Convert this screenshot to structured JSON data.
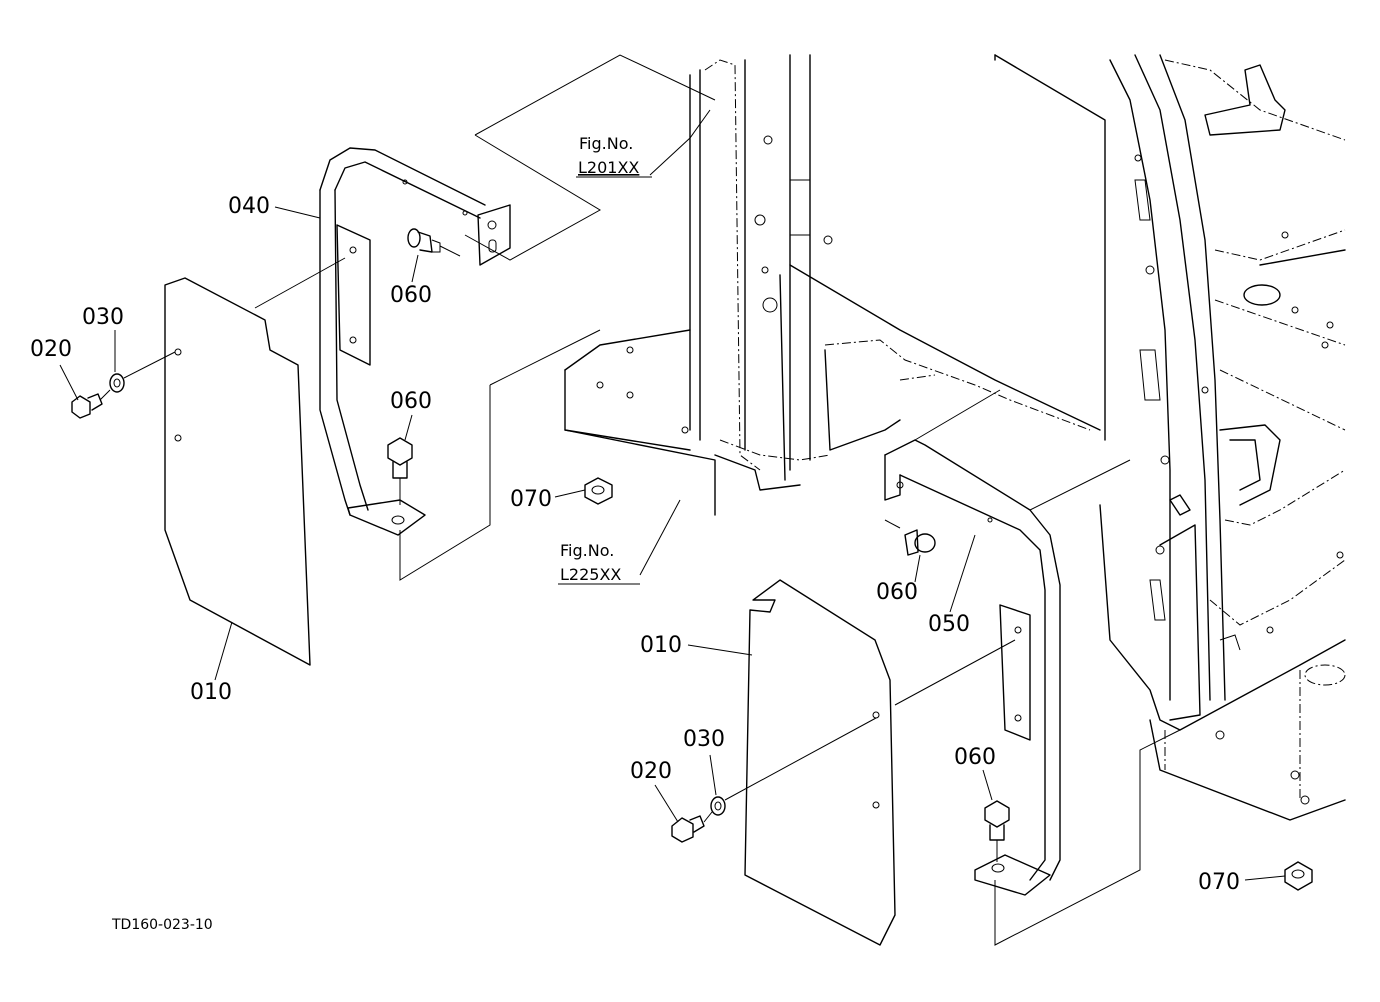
{
  "labels": {
    "p010_left": "010",
    "p020_left": "020",
    "p030_left": "030",
    "p040": "040",
    "p060_a": "060",
    "p060_b": "060",
    "p070_a": "070",
    "p010_right": "010",
    "p020_right": "020",
    "p030_right": "030",
    "p050": "050",
    "p060_c": "060",
    "p060_d": "060",
    "p070_b": "070"
  },
  "references": {
    "fig1_title": "Fig.No.",
    "fig1_code": "L201XX",
    "fig2_title": "Fig.No.",
    "fig2_code": "L225XX"
  },
  "drawing_code": "TD160-023-10"
}
